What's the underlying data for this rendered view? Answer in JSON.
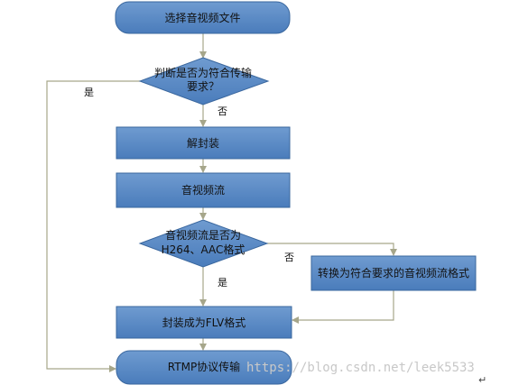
{
  "colors": {
    "node_fill": "#4f81bd",
    "node_fill_top": "#6f9bd0",
    "node_stroke": "#3a679e",
    "connector": "#a6a68a",
    "text": "#111111",
    "watermark": "#c8c8c8"
  },
  "nodes": {
    "select_file": "选择音视频文件",
    "decision1_line1": "判断是否为符合传输",
    "decision1_line2": "要求？",
    "demux": "解封装",
    "av_stream": "音视频流",
    "decision2_line1": "音视频流是否为",
    "decision2_line2": "H264、AAC格式",
    "convert": "转换为符合要求的音视频流格式",
    "mux_flv": "封装成为FLV格式",
    "rtmp": "RTMP协议传输"
  },
  "edge_labels": {
    "d1_yes": "是",
    "d1_no": "否",
    "d2_no": "否",
    "d2_yes": "是"
  },
  "watermark": "https://blog.csdn.net/leek5533",
  "return_mark": "↵"
}
